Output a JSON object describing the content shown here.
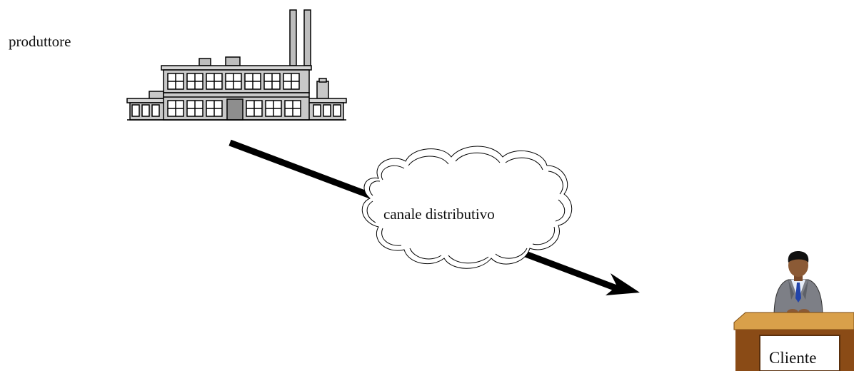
{
  "producer": {
    "label": "produttore",
    "icon": "factory-icon"
  },
  "channel": {
    "label": "canale distributivo",
    "icon": "cloud-icon"
  },
  "client": {
    "label": "Cliente",
    "icon": "businessman-at-desk-icon"
  },
  "colors": {
    "arrow": "#000000",
    "factory_wall": "#c8c8c8",
    "factory_outline": "#000000",
    "cloud_fill": "#ffffff",
    "desk_top": "#d9a04a",
    "desk_front": "#8a4b16",
    "suit": "#7d7f86",
    "tie": "#2244aa"
  }
}
